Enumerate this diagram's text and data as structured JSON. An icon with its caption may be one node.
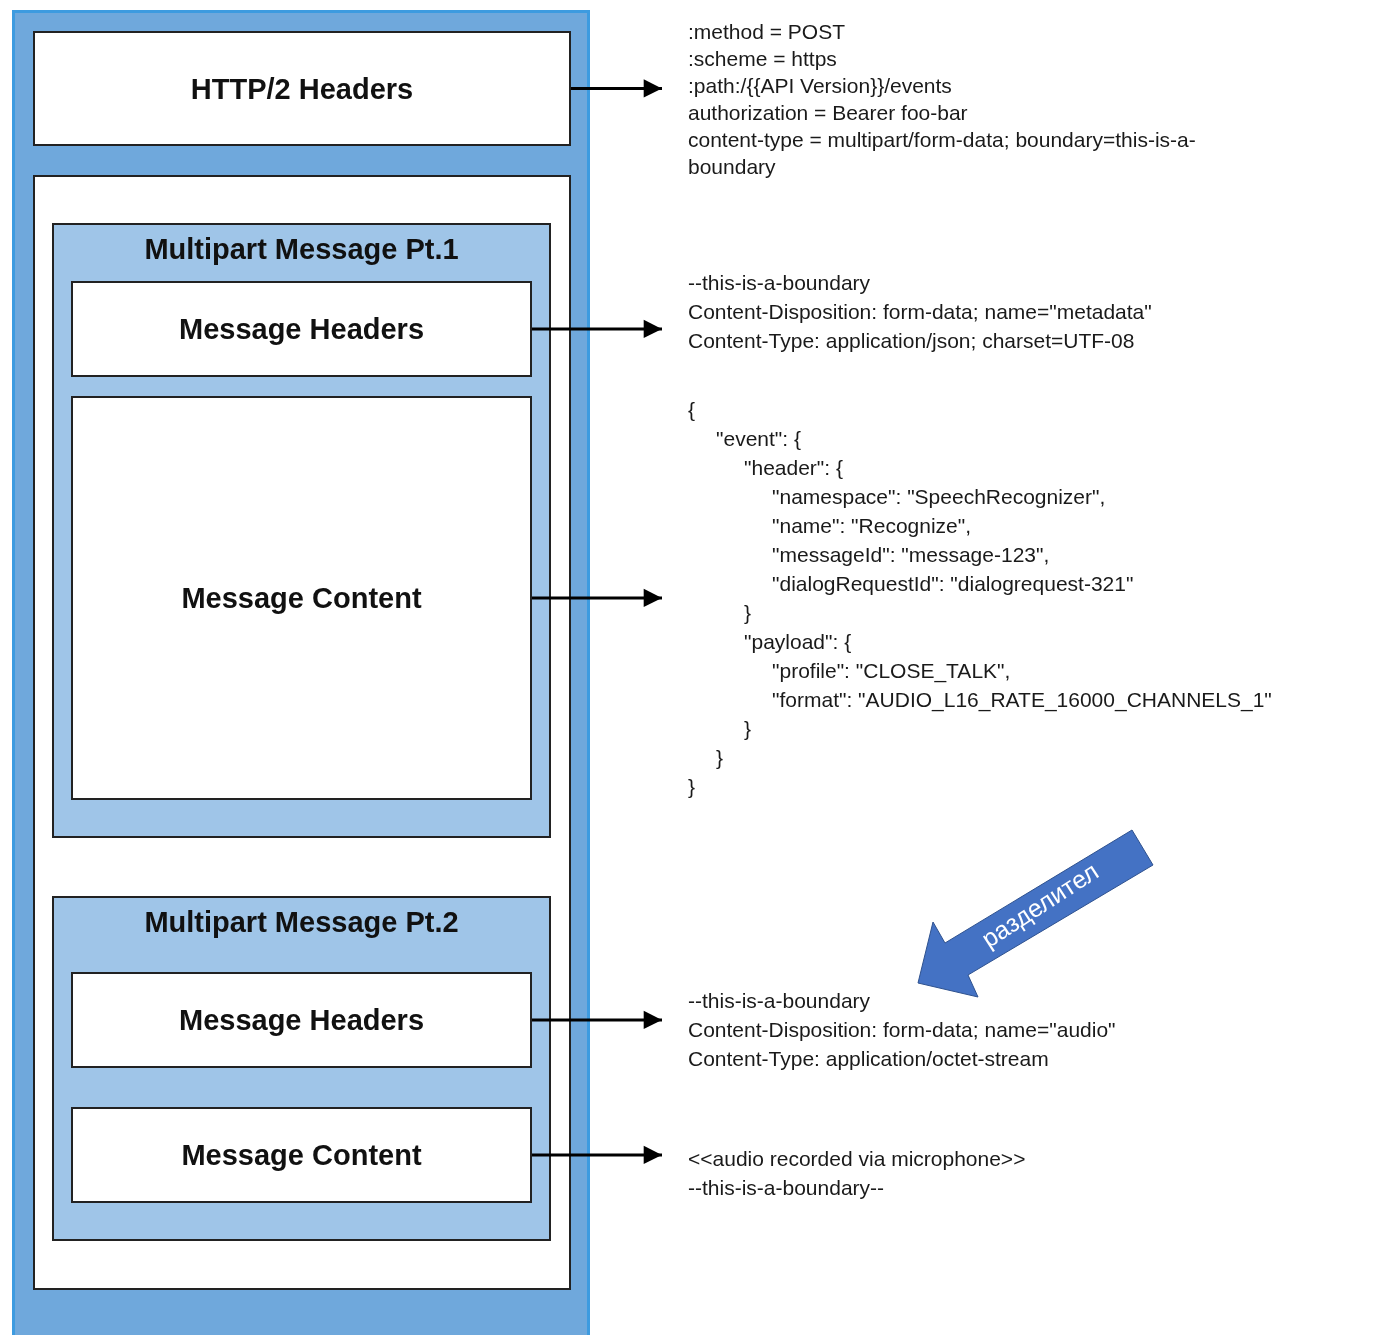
{
  "diagram": {
    "nodes": [
      {
        "text": [],
        "shape": "box"
      },
      {
        "text": [
          "HTTP/2 Headers"
        ],
        "in": 0
      },
      {
        "text": [],
        "shape": "box",
        "in": 0
      },
      {
        "text": [
          "Multipart Message Pt.1"
        ],
        "in": 2
      },
      {
        "text": [
          "Message Headers"
        ],
        "in": 3
      },
      {
        "text": [
          "Message Content"
        ],
        "in": 3
      },
      {
        "text": [
          "Multipart Message Pt.2"
        ],
        "in": 2
      },
      {
        "text": [
          "Message Headers"
        ],
        "in": 6
      },
      {
        "text": [
          "Message Content"
        ],
        "in": 6
      },
      {
        "text": [
          ":method = POST",
          ":scheme = https",
          ":path:/{{API Version}}/events",
          "authorization = Bearer foo-bar",
          "content-type = multipart/form-data; boundary=this-is-a-boundary"
        ]
      },
      {
        "text": [
          "--this-is-a-boundary",
          "Content-Disposition: form-data; name=\"metadata\"",
          "Content-Type: application/json; charset=UTF-08"
        ]
      },
      {
        "text": [
          "{",
          "\"event\": {",
          "\"header\": {",
          "\"namespace\": \"SpeechRecognizer\",",
          "\"name\": \"Recognize\",",
          "\"messageId\": \"message-123\",",
          "\"dialogRequestId\": \"dialogrequest-321\"",
          "}",
          "\"payload\": {",
          "\"profile\": \"CLOSE_TALK\",",
          "\"format\": \"AUDIO_L16_RATE_16000_CHANNELS_1\"",
          "}",
          "}",
          "}"
        ]
      },
      {
        "text": [
          "--this-is-a-boundary",
          "Content-Disposition: form-data; name=\"audio\"",
          "Content-Type: application/octet-stream"
        ]
      },
      {
        "text": [
          "<<audio recorded via microphone>>",
          "--this-is-a-boundary--"
        ]
      },
      {
        "text": [
          "разделител"
        ]
      }
    ],
    "edges": [
      {
        "from": 1,
        "to": 9,
        "arrow": "to"
      },
      {
        "from": 4,
        "to": 10,
        "arrow": "to"
      },
      {
        "from": 5,
        "to": 11,
        "arrow": "to"
      },
      {
        "from": 7,
        "to": 12,
        "arrow": "to"
      },
      {
        "from": 8,
        "to": 13,
        "arrow": "to"
      }
    ]
  }
}
